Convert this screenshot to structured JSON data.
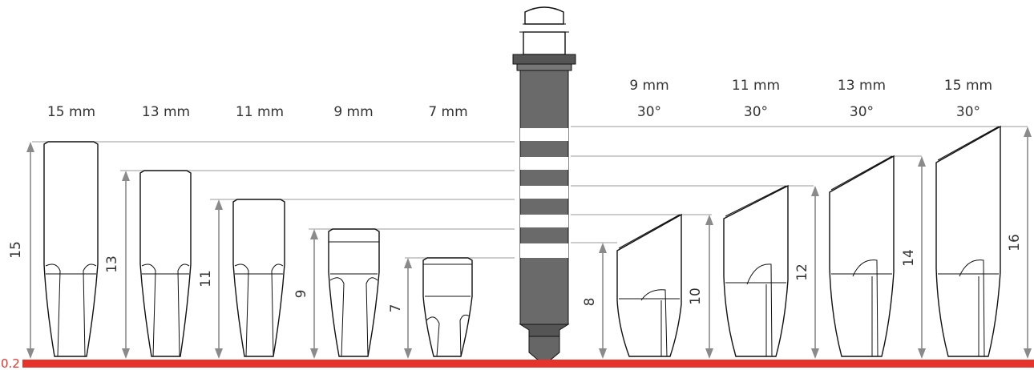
{
  "base": {
    "label": "0.2",
    "color": "#e5342b"
  },
  "colors": {
    "instrument": "#666666",
    "arrow": "#8a8a8a",
    "outline": "#111111"
  },
  "straight": [
    {
      "size": "15 mm",
      "depth": "15"
    },
    {
      "size": "13 mm",
      "depth": "13"
    },
    {
      "size": "11 mm",
      "depth": "11"
    },
    {
      "size": "9 mm",
      "depth": "9"
    },
    {
      "size": "7 mm",
      "depth": "7"
    }
  ],
  "angled": [
    {
      "size": "9 mm",
      "angle": "30°",
      "depth": "8"
    },
    {
      "size": "11 mm",
      "angle": "30°",
      "depth": "10"
    },
    {
      "size": "13 mm",
      "angle": "30°",
      "depth": "12"
    },
    {
      "size": "15 mm",
      "angle": "30°",
      "depth": "14"
    }
  ],
  "angled_extra_depth": "16"
}
